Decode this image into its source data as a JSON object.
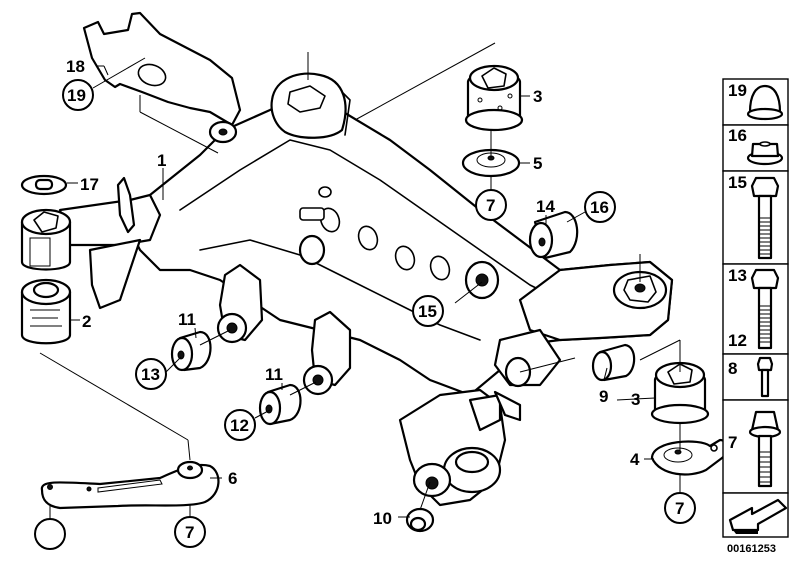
{
  "diagram": {
    "type": "exploded parts diagram",
    "subject": "rear axle carrier (subframe) with mounts and bushings",
    "document_number": "00161253"
  },
  "callouts": {
    "c1": "1",
    "c2": "2",
    "c3a": "3",
    "c3b": "3",
    "c4": "4",
    "c5": "5",
    "c6": "6",
    "c7a": "7",
    "c7b": "7",
    "c7c": "7",
    "c7d": "7",
    "c8": "8",
    "c9": "9",
    "c10": "10",
    "c11a": "11",
    "c11b": "11",
    "c12": "12",
    "c13": "13",
    "c14": "14",
    "c15": "15",
    "c16": "16",
    "c17": "17",
    "c18": "18",
    "c19": "19"
  },
  "legend": {
    "items": [
      {
        "number": "19",
        "part": "cap nut"
      },
      {
        "number": "16",
        "part": "collar nut"
      },
      {
        "number": "15",
        "part": "hex bolt"
      },
      {
        "number": "13",
        "part": "hex bolt"
      },
      {
        "number": "12",
        "part": "hex bolt"
      },
      {
        "number": "8",
        "part": "hex bolt"
      },
      {
        "number": "7",
        "part": "torx bolt"
      }
    ],
    "arrow_icon": "direction-arrow-icon"
  }
}
